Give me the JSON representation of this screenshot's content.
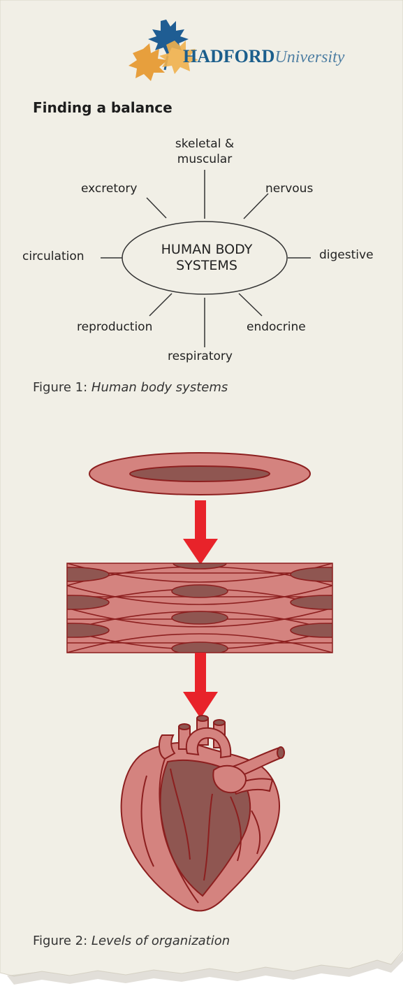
{
  "logo": {
    "main": "HADFORD",
    "sub": "University"
  },
  "heading": "Finding a balance",
  "diagram": {
    "center_line1": "HUMAN BODY",
    "center_line2": "SYSTEMS",
    "labels": {
      "skeletal_line1": "skeletal &",
      "skeletal_line2": "muscular",
      "excretory": "excretory",
      "nervous": "nervous",
      "circulation": "circulation",
      "digestive": "digestive",
      "reproduction": "reproduction",
      "endocrine": "endocrine",
      "respiratory": "respiratory"
    }
  },
  "figure1": {
    "prefix": "Figure 1: ",
    "title": "Human body systems"
  },
  "figure2": {
    "prefix": "Figure 2: ",
    "title": "Levels of organization"
  },
  "colors": {
    "paper": "#f1efe6",
    "muscle_light": "#d4837f",
    "muscle_dark": "#8f5651",
    "outline": "#8c1f1f",
    "arrow": "#e8232a",
    "logo_blue": "#1b5e8c",
    "leaf_orange": "#e69a34"
  }
}
